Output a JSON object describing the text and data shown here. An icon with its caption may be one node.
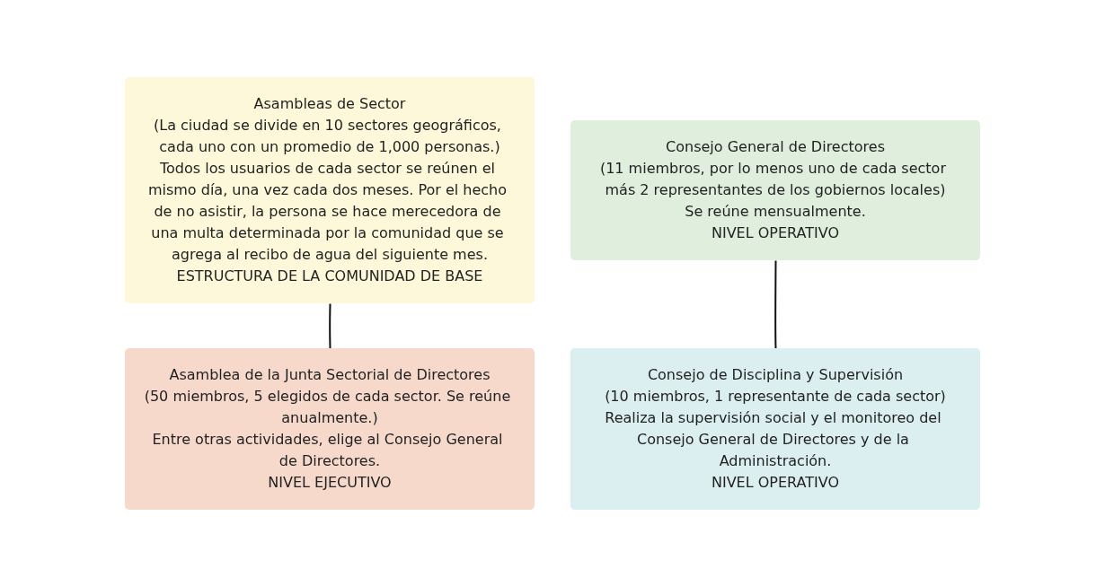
{
  "diagram": {
    "nodes": [
      {
        "text": [
          "Asambleas de Sector",
          "(La ciudad se divide en 10 sectores geográficos, cada uno con un promedio de 1,000 personas.)",
          "Todos los usuarios de cada sector se reúnen el mismo día, una vez cada dos meses. Por el hecho de no asistir, la persona se hace merecedora de una multa determinada por la comunidad que se agrega al recibo de agua del siguiente mes.",
          "ESTRUCTURA DE LA COMUNIDAD DE BASE"
        ]
      },
      {
        "text": [
          "Consejo General de Directores",
          "(11 miembros, por lo menos uno de cada sector más 2 representantes de los gobiernos locales)",
          "Se reúne mensualmente.",
          "NIVEL OPERATIVO"
        ]
      },
      {
        "text": [
          "Consejo de Disciplina y Supervisión",
          "(10 miembros, 1 representante de cada sector)",
          "Realiza la supervisión social y el monitoreo del Consejo General de Directores y de la Administración.",
          "NIVEL OPERATIVO"
        ]
      },
      {
        "text": [
          "Asamblea de la Junta Sectorial de Directores",
          "(50 miembros, 5 elegidos de cada sector. Se reúne anualmente.)",
          "Entre otras actividades, elige al Consejo General de Directores.",
          "NIVEL EJECUTIVO"
        ]
      }
    ],
    "edges": [
      {
        "from": 0,
        "to": 3,
        "arrow": "none"
      },
      {
        "from": 1,
        "to": 2,
        "arrow": "none"
      }
    ]
  }
}
